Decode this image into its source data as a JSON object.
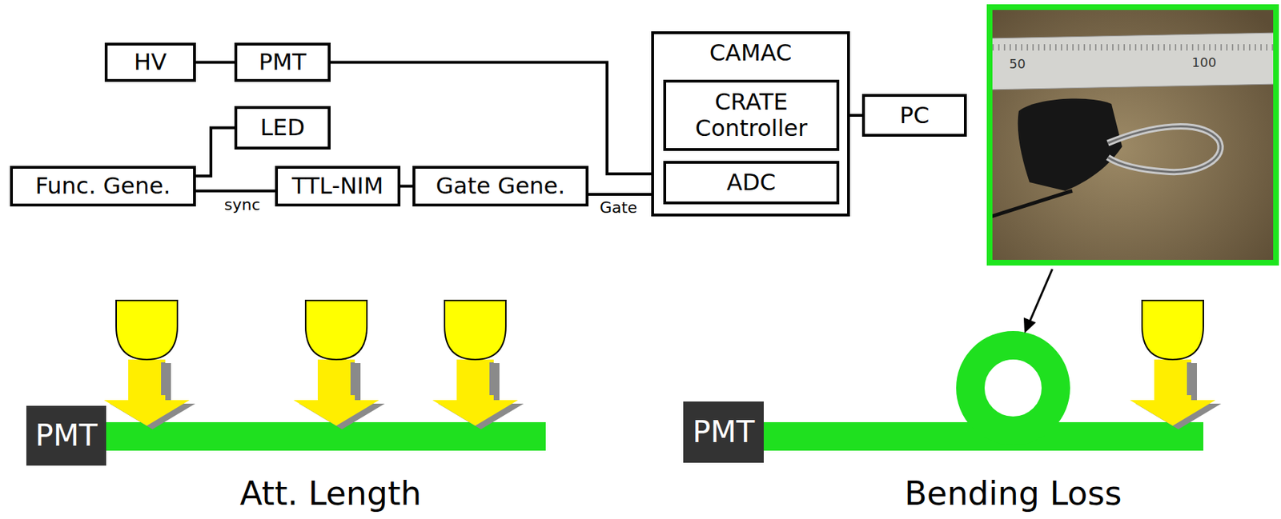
{
  "diagram": {
    "nodes": [
      {
        "text": [
          "HV"
        ]
      },
      {
        "text": [
          "PMT"
        ]
      },
      {
        "text": [
          "LED"
        ]
      },
      {
        "text": [
          "Func. Gene."
        ]
      },
      {
        "text": [
          "TTL-NIM"
        ]
      },
      {
        "text": [
          "Gate Gene."
        ]
      },
      {
        "text": [
          "CAMAC"
        ]
      },
      {
        "text": [
          "CRATE Controller"
        ],
        "in": 6
      },
      {
        "text": [
          "ADC"
        ],
        "in": 6
      },
      {
        "text": [
          "PC"
        ]
      },
      {
        "text": [
          "PMT"
        ]
      },
      {
        "text": [
          "PMT"
        ]
      }
    ],
    "edges": [
      {
        "from": 0,
        "to": 1,
        "arrow": "none"
      },
      {
        "from": 1,
        "to": 8,
        "arrow": "none"
      },
      {
        "from": 3,
        "to": 2,
        "arrow": "none"
      },
      {
        "from": 3,
        "to": 4,
        "label": "sync",
        "arrow": "none"
      },
      {
        "from": 4,
        "to": 5,
        "arrow": "none"
      },
      {
        "from": 5,
        "to": 8,
        "label": "Gate",
        "arrow": "none"
      },
      {
        "from": 7,
        "to": 9,
        "arrow": "none"
      }
    ],
    "labels": [
      "Att. Length",
      "Bending Loss",
      "50",
      "100"
    ]
  }
}
